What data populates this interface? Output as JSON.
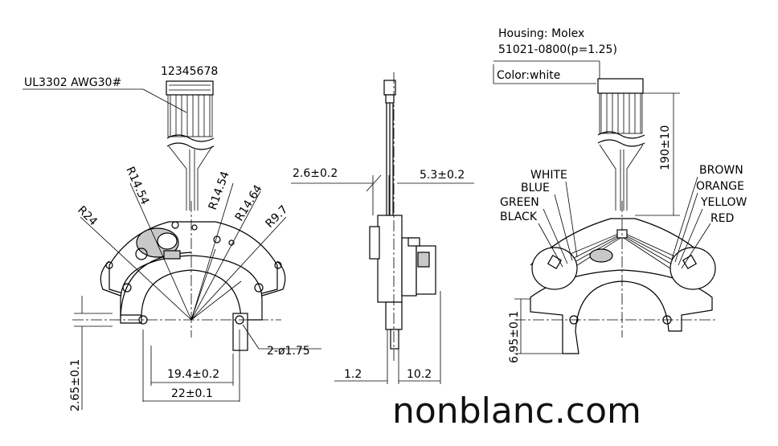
{
  "left_view": {
    "pin_numbers": "12345678",
    "cable_spec": "UL3302   AWG30#",
    "radius_labels": [
      "R24",
      "R14.54",
      "R14.54",
      "R14.64",
      "R9.7"
    ],
    "hole_callout": "2-ø1.75",
    "dim_height": "2.65±0.1",
    "dim_inner_width": "19.4±0.2",
    "dim_outer_width": "22±0.1"
  },
  "side_view": {
    "dim_top_left": "2.6±0.2",
    "dim_top_right": "5.3±0.2",
    "dim_bottom_left": "1.2",
    "dim_bottom_right": "10.2"
  },
  "right_view": {
    "housing_line1": "Housing:  Molex",
    "housing_line2": "51021-0800(p=1.25)",
    "color_note": "Color:white",
    "dim_cable_length": "190±10",
    "dim_height": "6.95±0.1",
    "wires_left": [
      "WHITE",
      "BLUE",
      "GREEN",
      "BLACK"
    ],
    "wires_right": [
      "BROWN",
      "ORANGE",
      "YELLOW",
      "RED"
    ]
  },
  "watermark": "nonblanc.com"
}
